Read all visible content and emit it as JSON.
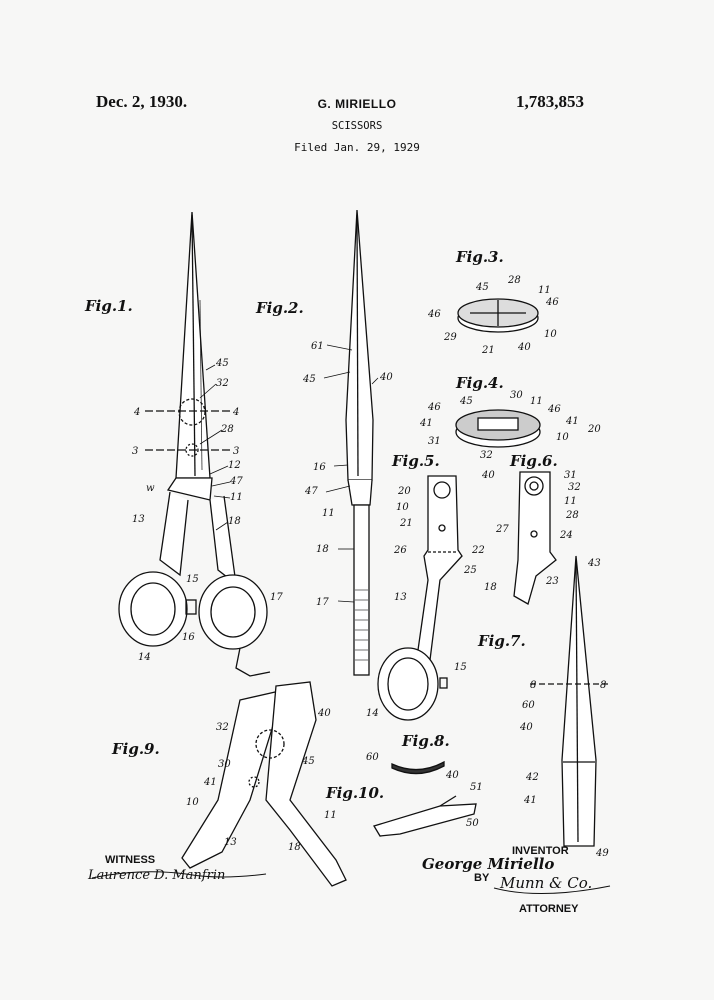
{
  "header": {
    "date": "Dec. 2, 1930.",
    "inventor": "G. MIRIELLO",
    "patent_number": "1,783,853",
    "title": "SCISSORS",
    "filed": "Filed Jan. 29, 1929"
  },
  "figures": {
    "fig1": "Fig.1.",
    "fig2": "Fig.2.",
    "fig3": "Fig.3.",
    "fig4": "Fig.4.",
    "fig5": "Fig.5.",
    "fig6": "Fig.6.",
    "fig7": "Fig.7.",
    "fig8": "Fig.8.",
    "fig9": "Fig.9.",
    "fig10": "Fig.10."
  },
  "signatures": {
    "witness_label": "WITNESS",
    "witness_signature": "Laurence D. Manfrin",
    "inventor_label": "INVENTOR",
    "inventor_signature": "George Miriello",
    "by_label": "BY",
    "attorney_signature": "Munn & Co.",
    "attorney_label": "ATTORNEY"
  }
}
